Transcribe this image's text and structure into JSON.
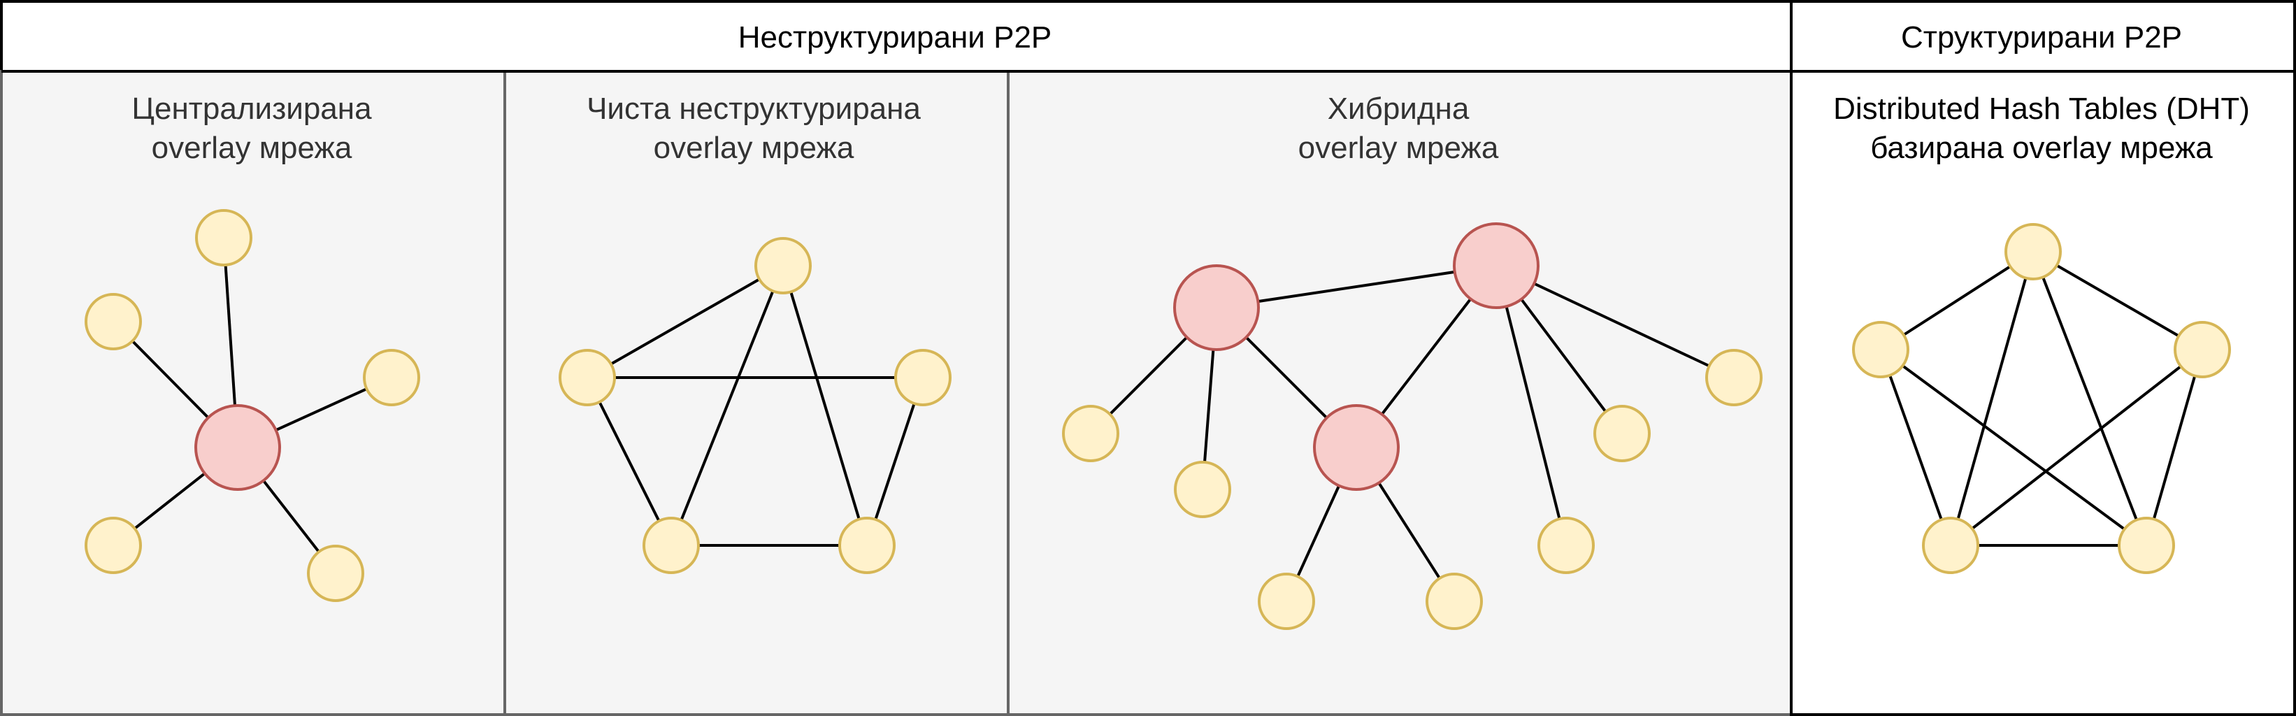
{
  "header": {
    "unstructured": "Неструктурирани P2P",
    "structured": "Структурирани P2P"
  },
  "panels": [
    {
      "title_line1": "Централизирана",
      "title_line2": "overlay мрежа"
    },
    {
      "title_line1": "Чиста неструктурирана",
      "title_line2": "overlay мрежа"
    },
    {
      "title_line1": "Хибридна",
      "title_line2": "overlay мрежа"
    },
    {
      "title_line1": "Distributed Hash Tables (DHT)",
      "title_line2": "базирана overlay мрежа"
    }
  ],
  "colors": {
    "panel_background": "#f5f5f5",
    "panel_border": "#666666",
    "peer_fill": "#fff2cc",
    "peer_stroke": "#d6b656",
    "super_peer_fill": "#f8cecc",
    "super_peer_stroke": "#b85450"
  }
}
